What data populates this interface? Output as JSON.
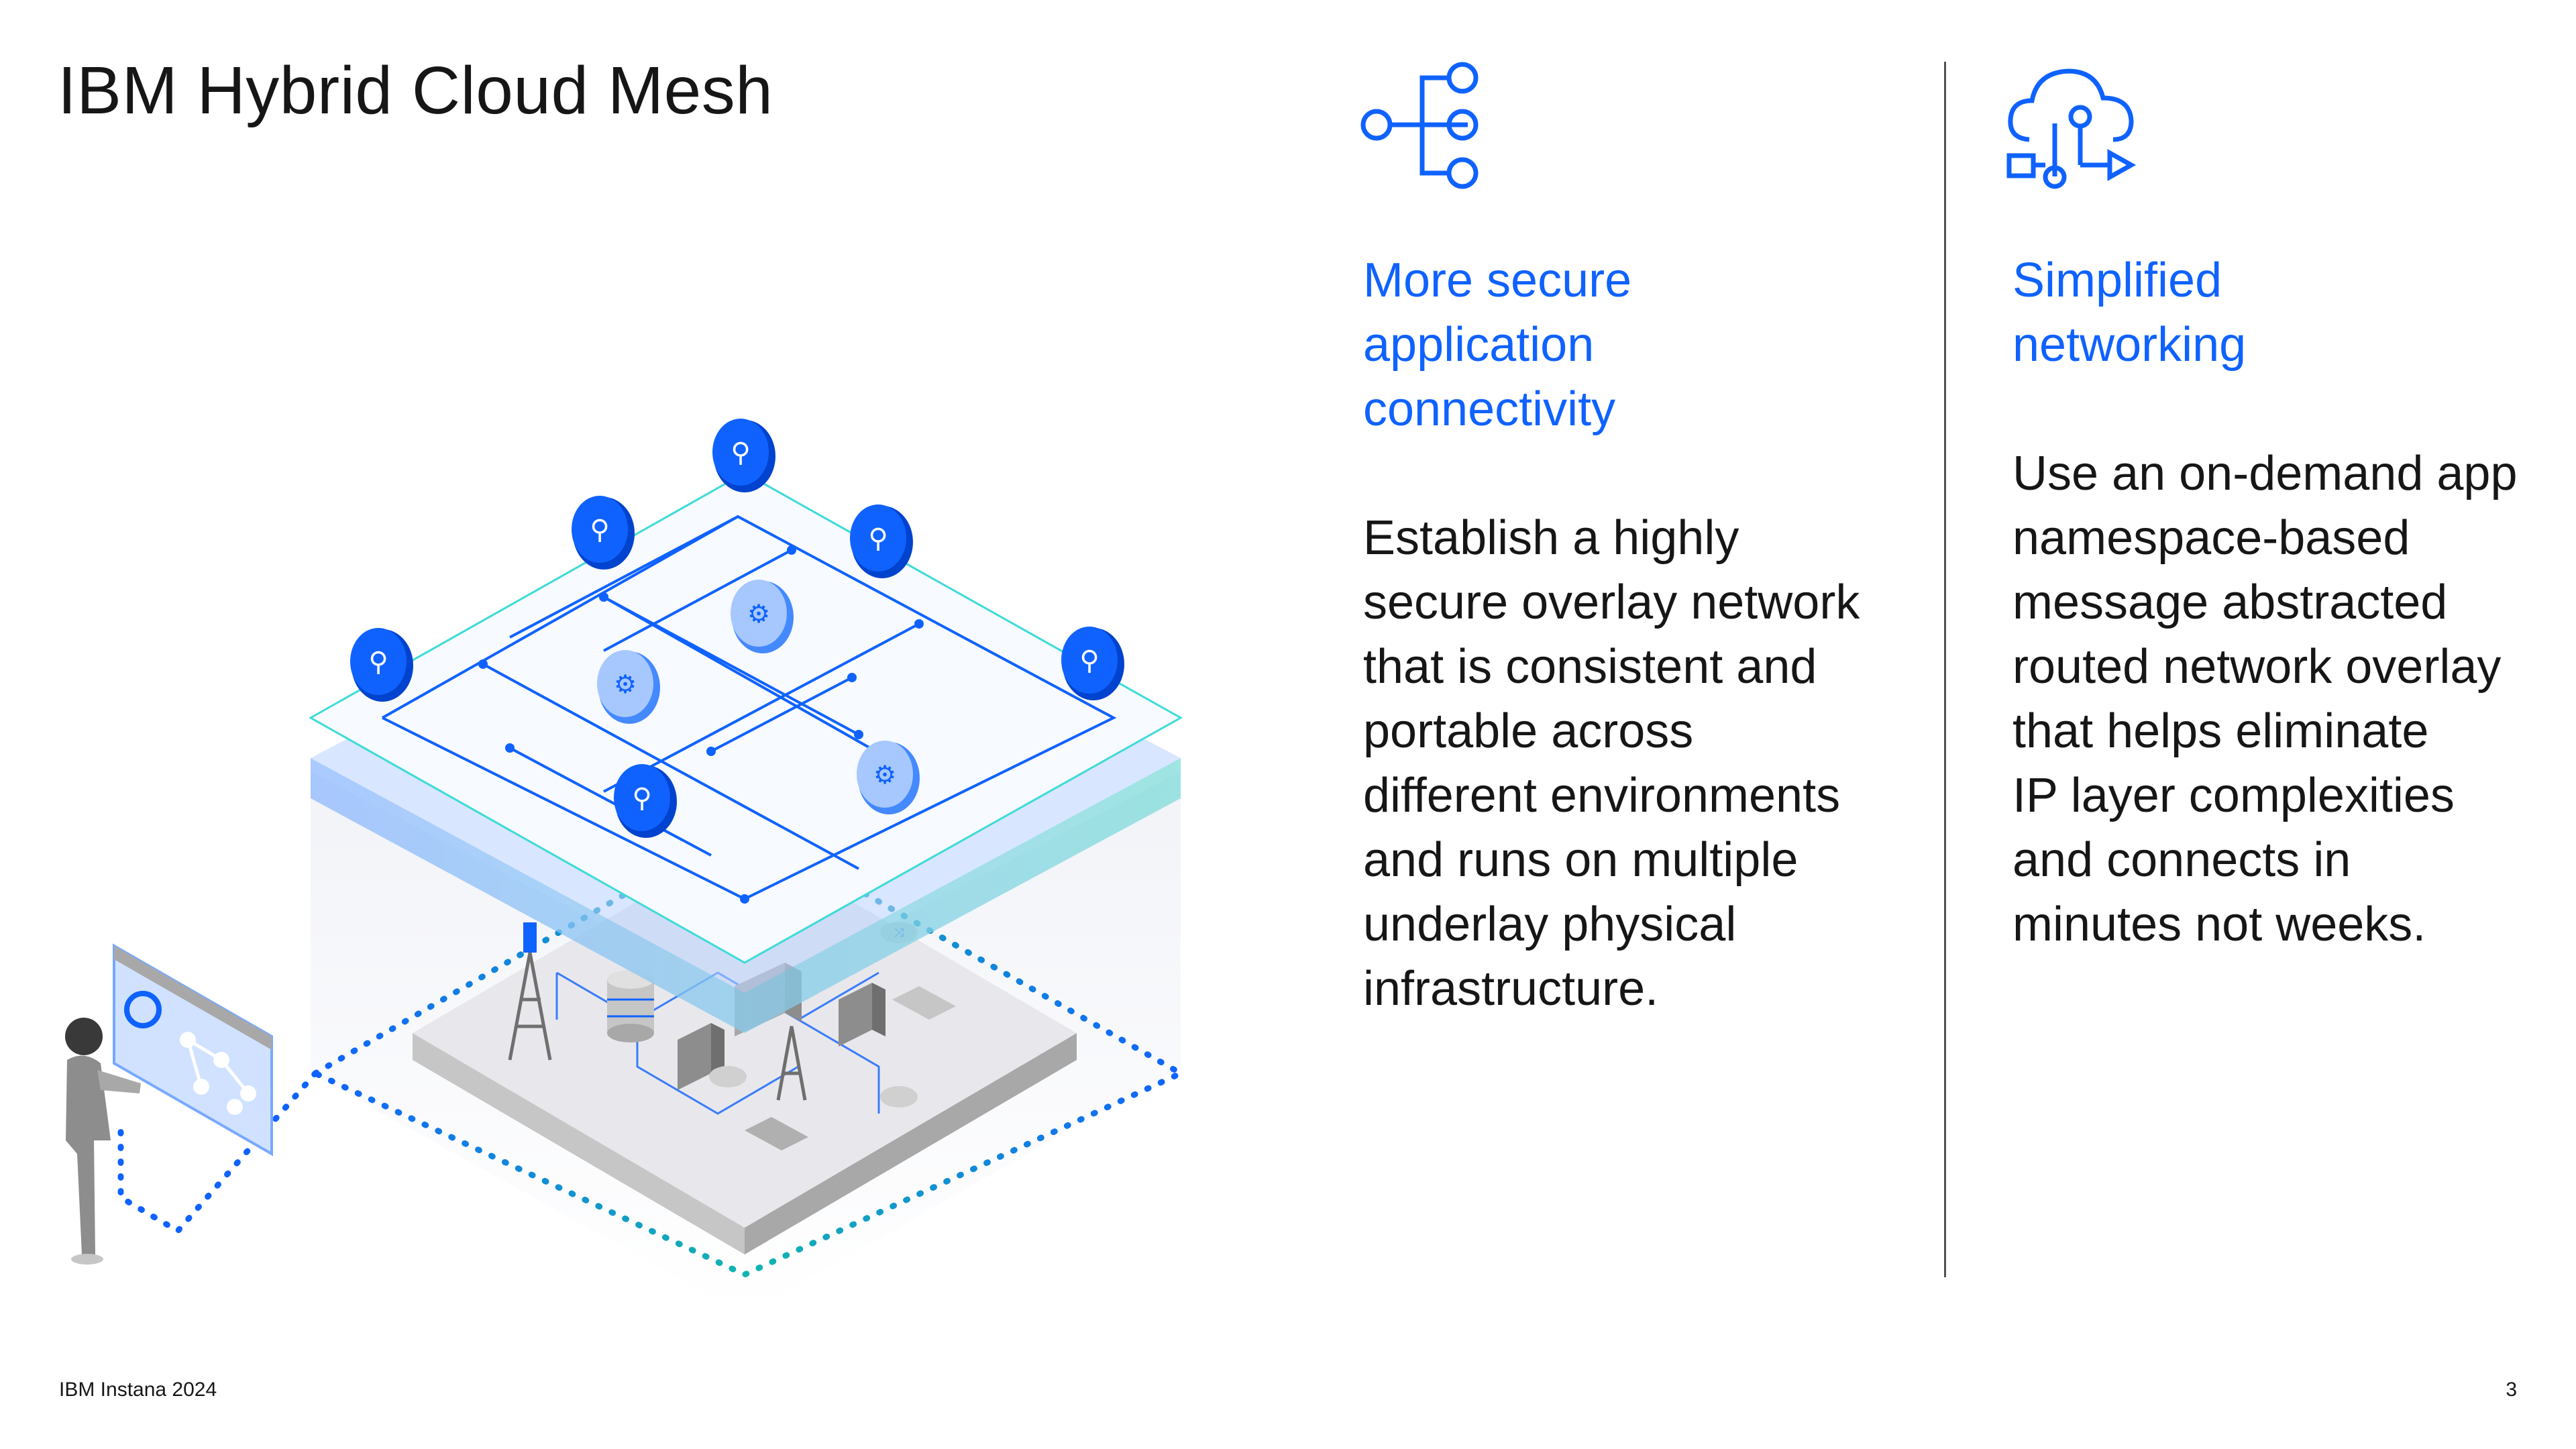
{
  "slide": {
    "title": "IBM Hybrid Cloud Mesh"
  },
  "columns": [
    {
      "icon": "network-tree-icon",
      "heading": "More secure\napplication\nconnectivity",
      "body": "Establish a highly\nsecure overlay network\nthat is consistent and\nportable across\ndifferent environments\nand runs on multiple\nunderlay physical\ninfrastructure."
    },
    {
      "icon": "cloud-network-flow-icon",
      "heading": "Simplified\nnetworking",
      "body": "Use an on-demand app\nnamespace-based\nmessage abstracted\nrouted network overlay\nthat helps eliminate\nIP layer complexities\nand connects in\nminutes not weeks."
    }
  ],
  "footer": {
    "left": "IBM Instana 2024",
    "page_number": "3"
  },
  "colors": {
    "accent": "#0f62fe",
    "teal": "#3ddbd9",
    "text": "#161616"
  },
  "illustration": {
    "icon": "isometric-hybrid-cloud-mesh-illustration"
  }
}
